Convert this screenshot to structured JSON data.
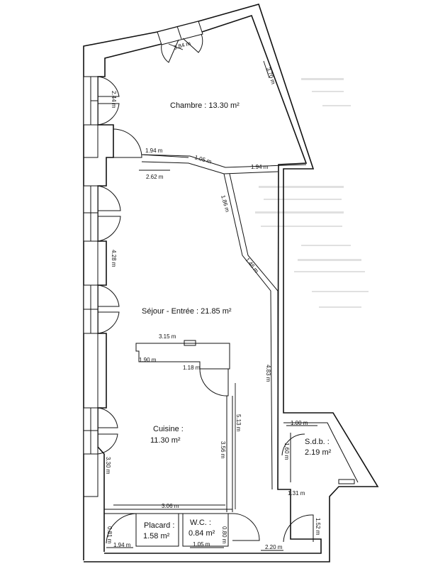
{
  "rooms": {
    "chambre": "Chambre : 13.30 m²",
    "sejour": "Séjour - Entrée : 21.85 m²",
    "cuisine_name": "Cuisine :",
    "cuisine_area": "11.30 m²",
    "sdb_name": "S.d.b. :",
    "sdb_area": "2.19 m²",
    "placard_name": "Placard :",
    "placard_area": "1.58 m²",
    "wc_name": "W.C. :",
    "wc_area": "0.84 m²"
  },
  "dimensions": {
    "d_3_84": "3.84 m",
    "d_3_70": "3.70 m",
    "d_2_44": "2.44 m",
    "d_1_94a": "1.94 m",
    "d_1_05a": "1.05 m",
    "d_1_94b": "1.94 m",
    "d_2_62": "2.62 m",
    "d_1_86": "1.86 m",
    "d_1_46": "1.46 m",
    "d_4_28": "4.28 m",
    "d_3_15": "3.15 m",
    "d_1_90": "1.90 m",
    "d_1_18": "1.18 m",
    "d_4_83": "4.83 m",
    "d_5_13": "5.13 m",
    "d_3_56": "3.56 m",
    "d_3_30": "3.30 m",
    "d_1_00": "1.00 m",
    "d_1_60": "1.60 m",
    "d_1_31": "1.31 m",
    "d_3_06": "3.06 m",
    "d_0_81": "0.81 m",
    "d_0_80": "0.80 m",
    "d_1_52": "1.52 m",
    "d_1_94c": "1.94 m",
    "d_1_05b": "1.05 m",
    "d_2_20": "2.20 m"
  }
}
